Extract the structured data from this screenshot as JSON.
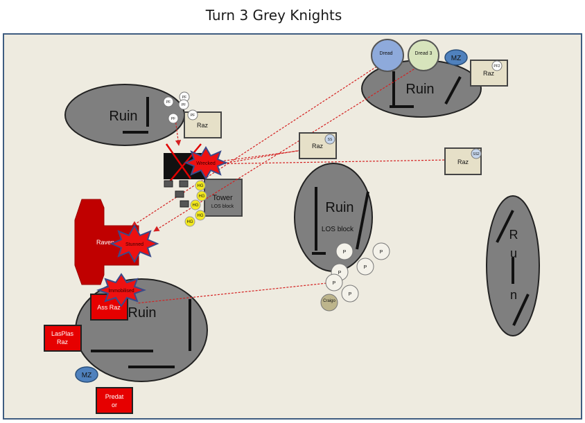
{
  "title": "Turn 3 Grey Knights",
  "ruins": {
    "topleft": "Ruin",
    "topright": "Ruin",
    "center": "Ruin",
    "center_note": "LOS block",
    "bottomleft": "Ruin",
    "right_letters": [
      "R",
      "u",
      "i",
      "n"
    ]
  },
  "tower": {
    "label": "Tower",
    "note": "LOS block"
  },
  "grey_knights": {
    "dread": "Dread",
    "dread3": "Dread 3",
    "mz_top": "MZ",
    "raz_topright": "Raz",
    "pf2": "PF2",
    "raz_topleft": "Raz",
    "pf": "PF",
    "raz_center": "Raz",
    "ss": "SS",
    "raz_right": "Raz",
    "ss2": "SS2",
    "hg": "HG",
    "p": "P",
    "craigo": "Craigo"
  },
  "enemy": {
    "raven": "Raven",
    "ass_raz": "Ass Raz",
    "lasplas_line1": "LasPlas",
    "lasplas_line2": "Raz",
    "predator_line1": "Predat",
    "predator_line2": "or",
    "mz_bottom": "MZ"
  },
  "status": {
    "wrecked": "Wrecked",
    "stunned": "Stunned",
    "immobilised": "Immobilised"
  },
  "colors": {
    "ruin_fill": "#7f7f7f",
    "board_fill": "#eeebe0",
    "board_border": "#3e5c80",
    "enemy_red": "#e60000",
    "arrow_red": "#d42020",
    "hg_yellow": "#f4ea1e",
    "dread_blue": "#8eaadb",
    "dread3_green": "#d7e4bc",
    "mz_blue": "#4f81bd",
    "raz_tan": "#e6e0c8",
    "explosion_fill": "#ee1111",
    "explosion_edge": "#3a4a8a"
  }
}
